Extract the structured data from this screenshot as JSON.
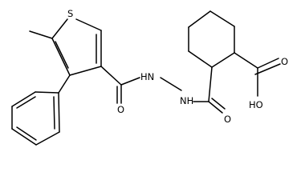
{
  "structure": {
    "atom_labels": {
      "sulfur": "S",
      "amide_oxygen_left": "O",
      "hydrazide_nh_1": "HN",
      "hydrazide_nh_2": "NH",
      "amide_oxygen_right": "O",
      "carboxyl_oxygen": "O",
      "hydroxyl": "HO"
    },
    "colors": {
      "bond": "#000000",
      "label": "#000000",
      "background": "#ffffff"
    }
  }
}
